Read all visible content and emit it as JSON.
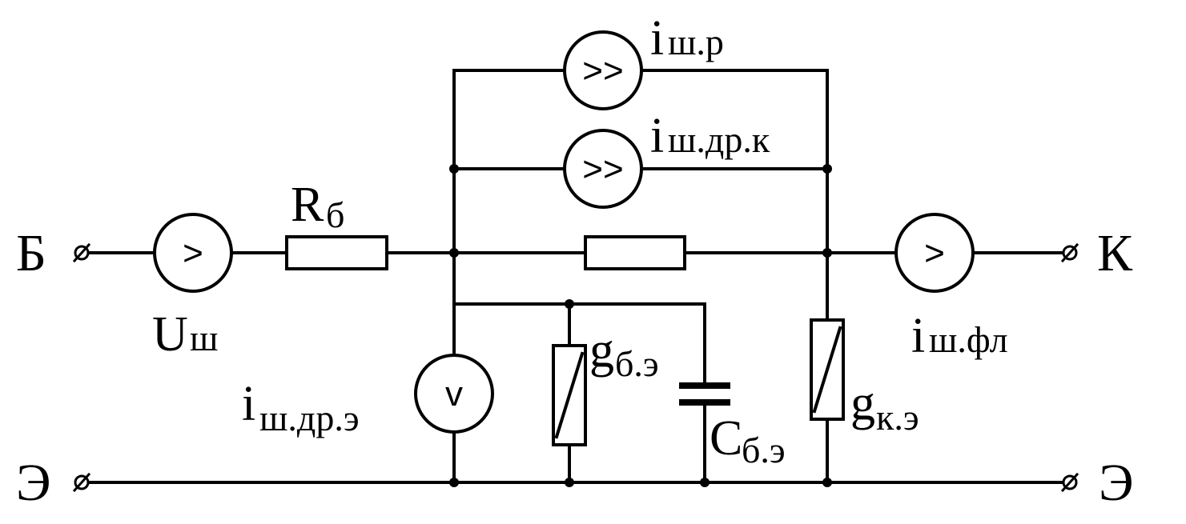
{
  "terminals": {
    "base": "Б",
    "collector": "К",
    "emitter_left": "Э",
    "emitter_right": "Э"
  },
  "components": {
    "u_sh": {
      "main": "U",
      "sub": "ш",
      "symbol": ">"
    },
    "r_b": {
      "main": "R",
      "sub": "б"
    },
    "i_sh_r": {
      "main": "i",
      "sub": "ш.р",
      "symbol": ">>"
    },
    "i_sh_dr_k": {
      "main": "i",
      "sub": "ш.др.к",
      "symbol": ">>"
    },
    "i_sh_fl": {
      "main": "i",
      "sub": "ш.фл",
      "symbol": ">"
    },
    "i_sh_dr_e": {
      "main": "i",
      "sub": "ш.др.э",
      "symbol": "v"
    },
    "g_b_e": {
      "main": "g",
      "sub": "б.э"
    },
    "c_b_e": {
      "main": "C",
      "sub": "б.э"
    },
    "g_k_e": {
      "main": "g",
      "sub": "к.э"
    }
  }
}
